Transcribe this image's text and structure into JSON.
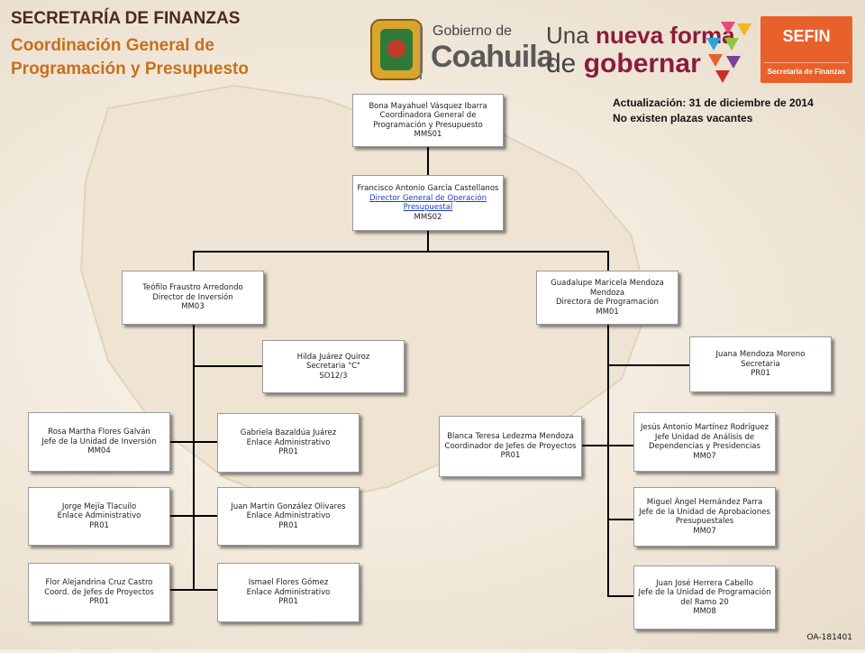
{
  "header": {
    "line1": "SECRETARÍA DE FINANZAS",
    "line2": "Coordinación General de",
    "line3": "Programación y Presupuesto"
  },
  "logos": {
    "gobierno_small": "Gobierno de",
    "gobierno_big": "Coahuila",
    "slogan_line1_a": "Una",
    "slogan_line1_b": "nueva forma",
    "slogan_line2_a": "de",
    "slogan_line2_b": "gobernar",
    "sefin_name": "SEFIN",
    "sefin_sub": "Secretaría de Finanzas",
    "colors": {
      "coahuila_text": "#5a5a5a",
      "slogan_accent": "#8a1c3c",
      "sefin_bg": "#e8612a"
    }
  },
  "note": {
    "update": "Actualización: 31  de diciembre de 2014",
    "vacancies": "No existen plazas vacantes"
  },
  "code": "OA-181401",
  "org": {
    "coordinadora": {
      "name": "Bona Mayahuel Vásquez Ibarra",
      "title1": "Coordinadora  General de",
      "title2": "Programación  y Presupuesto",
      "code": "MMS01"
    },
    "director_general": {
      "name": "Francisco Antonio García Castellanos",
      "title1": "Director General de Operación",
      "title2": "Presupuestal",
      "code": "MMS02"
    },
    "director_inversion": {
      "name": "Teófilo Fraustro Arredondo",
      "title": "Director de Inversión",
      "code": "MM03"
    },
    "directora_programacion": {
      "name1": "Guadalupe Maricela Mendoza",
      "name2": "Mendoza",
      "title": "Directora de Programación",
      "code": "MM01"
    },
    "secretaria_c": {
      "name": "Hilda Juárez Quiroz",
      "title": "Secretaria  \"C\"",
      "code": "SO12/3"
    },
    "secretaria": {
      "name": "Juana Mendoza Moreno",
      "title": "Secretaria",
      "code": "PR01"
    },
    "jefe_inversion": {
      "name": "Rosa Martha Flores Galván",
      "title": "Jefe de la Unidad de Inversión",
      "code": "MM04"
    },
    "enlace_gabriela": {
      "name": "Gabriela Bazaldúa Juárez",
      "title": "Enlace Administrativo",
      "code": "PR01"
    },
    "enlace_jorge": {
      "name": "Jorge Mejía Tlacuilo",
      "title": "Enlace Administrativo",
      "code": "PR01"
    },
    "enlace_juan": {
      "name": "Juan Martin González Olivares",
      "title": "Enlace Administrativo",
      "code": "PR01"
    },
    "coord_flor": {
      "name": "Flor Alejandrina Cruz Castro",
      "title": "Coord. de Jefes de Proyectos",
      "code": "PR01"
    },
    "enlace_ismael": {
      "name": "Ismael Flores Gómez",
      "title": "Enlace Administrativo",
      "code": "PR01"
    },
    "coord_blanca": {
      "name": "Blanca Teresa Ledezma Mendoza",
      "title": "Coordinador  de Jefes de Proyectos",
      "code": "PR01"
    },
    "jefe_analisis": {
      "name": "Jesús Antonio Martínez Rodríguez",
      "title1": "Jefe Unidad de Análisis de",
      "title2": "Dependencias y Presidencias",
      "code": "MM07"
    },
    "jefe_aprobaciones": {
      "name": "Miguel Ángel Hernández Parra",
      "title1": "Jefe de la Unidad de Aprobaciones",
      "title2": "Presupuestales",
      "code": "MM07"
    },
    "jefe_ramo": {
      "name": "Juan José Herrera Cabello",
      "title1": "Jefe de la Unidad de Programación",
      "title2": "del Ramo 20",
      "code": "MM08"
    }
  }
}
